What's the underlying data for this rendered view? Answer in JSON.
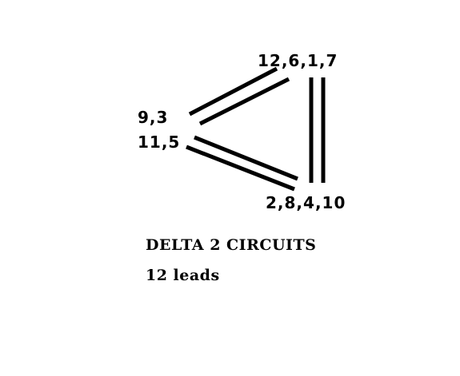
{
  "diagram": {
    "nodes": {
      "top": "12,6,1,7",
      "left_upper": "9,3",
      "left_lower": "11,5",
      "bottom": "2,8,4,10"
    },
    "title": "DELTA 2 CIRCUITS",
    "subtitle": "12 leads",
    "line_color": "#000000"
  }
}
